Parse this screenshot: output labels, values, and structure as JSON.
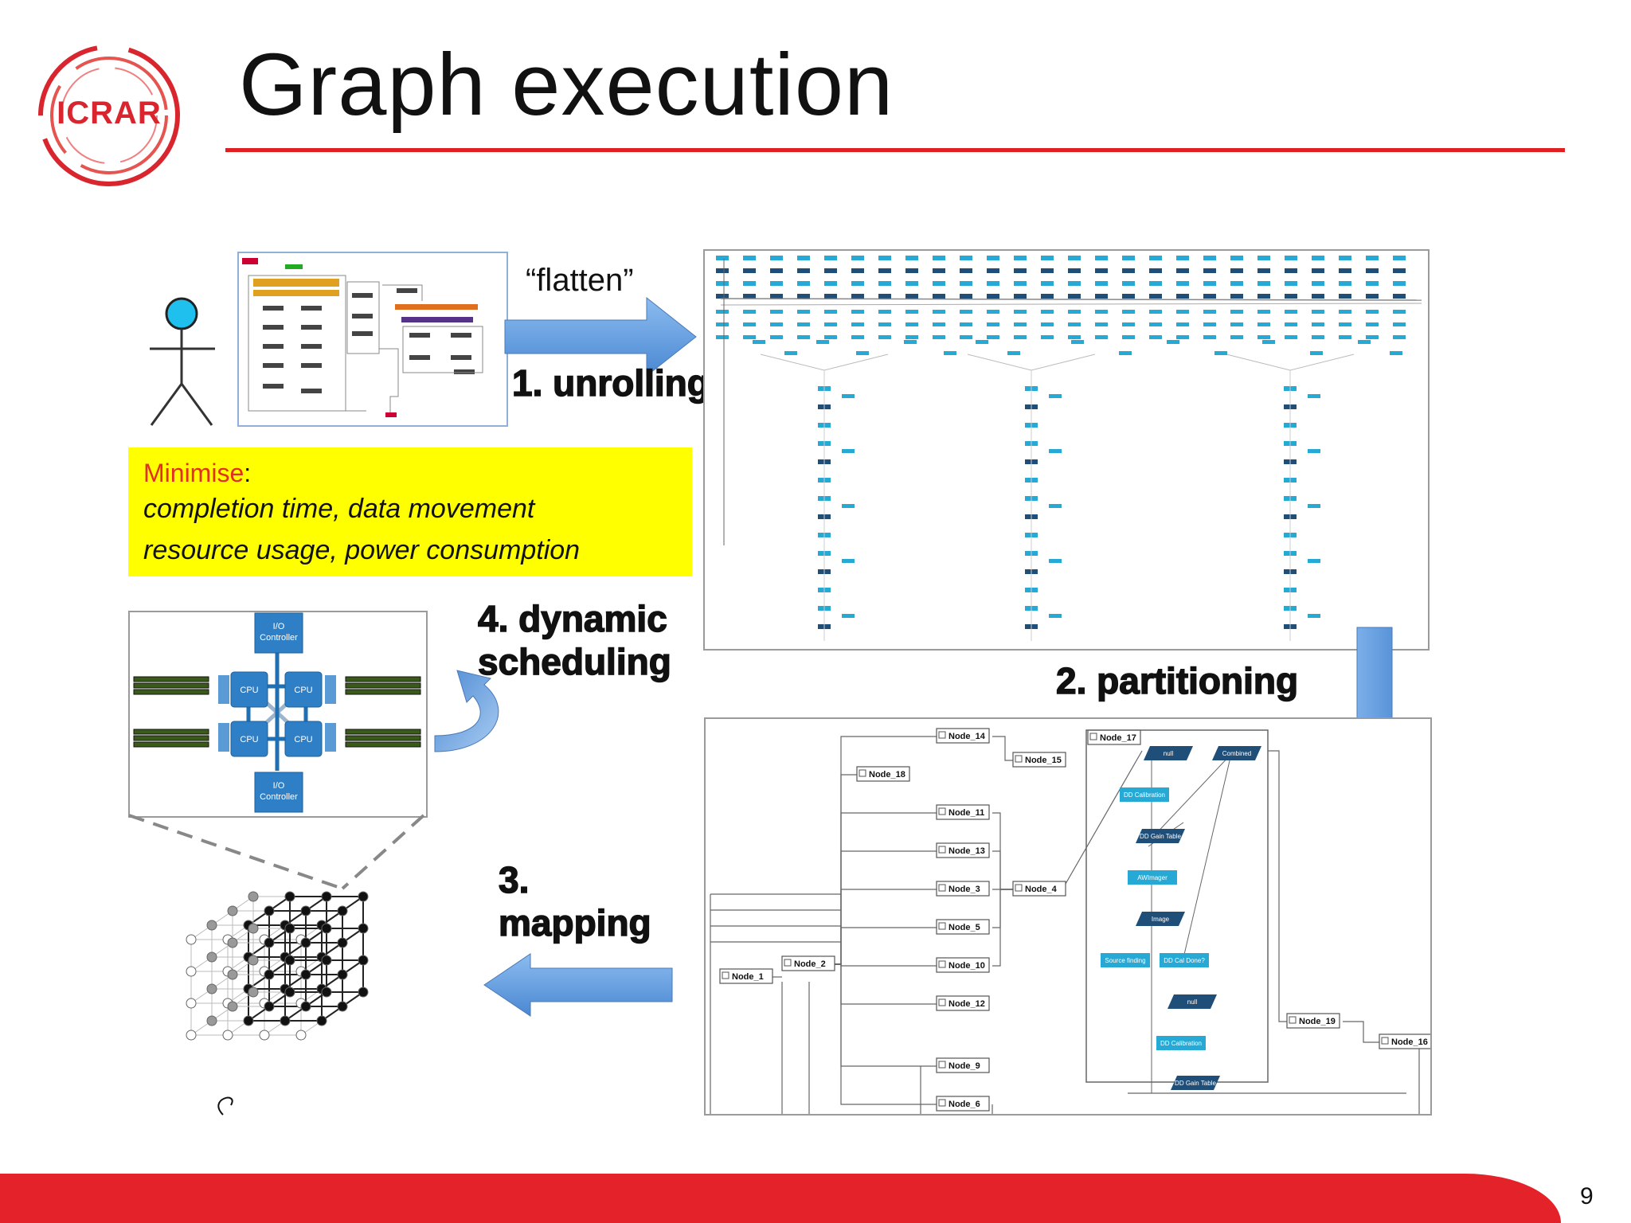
{
  "title": "Graph execution",
  "logo_text": "ICRAR",
  "page_number": "9",
  "steps": {
    "flatten": "“flatten”",
    "unrolling": "1. unrolling",
    "partitioning": "2. partitioning",
    "mapping_line1": "3.",
    "mapping_line2": "mapping",
    "scheduling_line1": "4. dynamic",
    "scheduling_line2": "scheduling"
  },
  "minimise": {
    "head": "Minimise",
    "colon": ":",
    "line1": "completion time, data movement",
    "line2": "resource usage, power consumption"
  },
  "hardware": {
    "io_top": [
      "I/O",
      "Controller"
    ],
    "io_bottom": [
      "I/O",
      "Controller"
    ],
    "cpu": [
      "CPU",
      "CPU",
      "CPU",
      "CPU"
    ]
  },
  "partition_nodes": [
    "Node_14",
    "Node_15",
    "Node_18",
    "Node_17",
    "Node_11",
    "Node_13",
    "Node_3",
    "Node_4",
    "Node_5",
    "Node_10",
    "Node_1",
    "Node_2",
    "Node_12",
    "Node_19",
    "Node_16",
    "Node_9",
    "Node_6"
  ],
  "node17_flow": [
    "null",
    "Combined",
    "DD Calibration",
    "DD Gain Table",
    "AWImager",
    "Image",
    "Source finding",
    "DD Cal Done?",
    "null",
    "DD Calibration",
    "DD Gain Table"
  ],
  "colors": {
    "accent_red": "#e4222a",
    "arrow_blue": "#5b9bd5",
    "highlight_yellow": "#ffff00",
    "node_cyan": "#27a9d6",
    "node_navy": "#1f4e79"
  }
}
